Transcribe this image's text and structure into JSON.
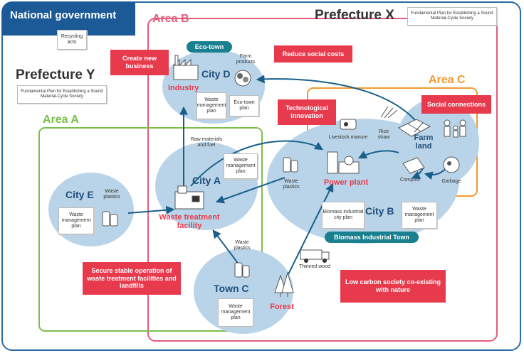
{
  "national": {
    "title": "National government",
    "doc": "Recycling acts"
  },
  "prefecture_x": {
    "title": "Prefecture X",
    "doc": "Fundamental Plan for Establishing a Sound Material-Cycle Society"
  },
  "prefecture_y": {
    "title": "Prefecture Y",
    "doc": "Fundamental Plan for Establishing a Sound Material-Cycle Society"
  },
  "areas": {
    "a": "Area A",
    "b": "Area B",
    "c": "Area C"
  },
  "eco_town": "Eco-town",
  "biomass_town": "Biomass Industrial Town",
  "callouts": {
    "create_business": "Create new business",
    "reduce_costs": "Reduce social costs",
    "tech_innovation": "Technological innovation",
    "social_connections": "Social connections",
    "secure_operation": "Secure stable operation of waste treatment facilities and landfills",
    "low_carbon": "Low carbon society co-existing with nature"
  },
  "city_d": {
    "name": "City D",
    "industry": "Industry",
    "farm_products": "Farm products",
    "plan1": "Waste management plan",
    "plan2": "Eco-town plan"
  },
  "city_a": {
    "name": "City A",
    "facility": "Waste treatment facility",
    "raw": "Raw materials and fuel",
    "plan": "Waste management plan"
  },
  "city_e": {
    "name": "City E",
    "waste": "Waste plastics",
    "plan": "Waste management plan"
  },
  "city_b": {
    "name": "City B",
    "waste": "Waste plastics",
    "power": "Power plant",
    "livestock": "Livestock manure",
    "rice": "Rice straw",
    "farm": "Farm land",
    "compost": "Compost",
    "garbage": "Garbage",
    "plan1": "Biomass industrial city plan",
    "plan2": "Waste management plan"
  },
  "town_c": {
    "name": "Town C",
    "waste": "Waste plastics",
    "plan": "Waste management plan",
    "forest": "Forest",
    "thinned": "Thinned wood"
  },
  "colors": {
    "red": "#e83a4d",
    "navy": "#1f4e79",
    "blob": "#b9d4e8",
    "green": "#7bbf4a",
    "orange": "#ef9a2f",
    "pink": "#e35c7c",
    "teal": "#1a7f8f"
  }
}
